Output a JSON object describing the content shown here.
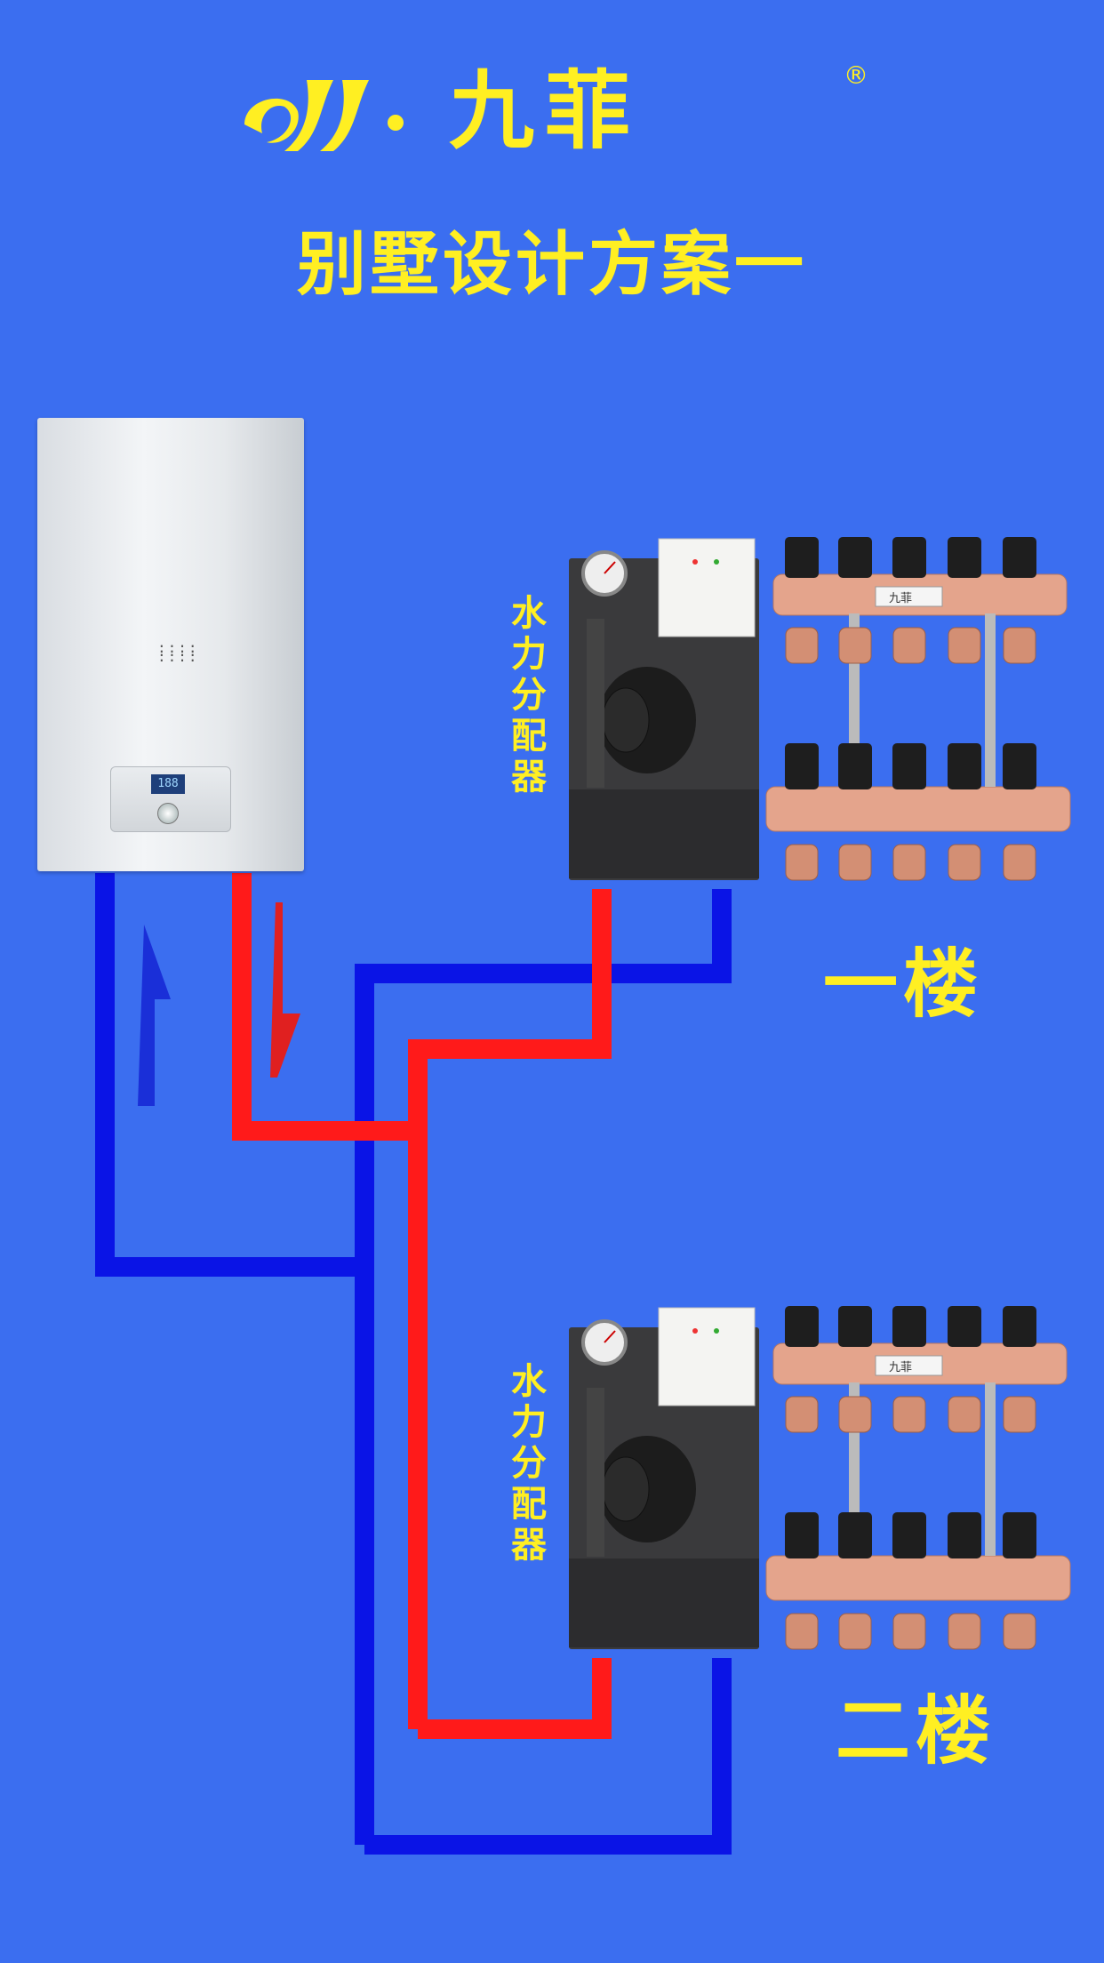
{
  "brand": {
    "name": "九菲",
    "registered": "®",
    "badge_text": "九菲"
  },
  "title": "别墅设计方案一",
  "boiler": {
    "display": "188"
  },
  "units": [
    {
      "label": "水力分配器",
      "floor": "一楼"
    },
    {
      "label": "水力分配器",
      "floor": "二楼"
    }
  ],
  "colors": {
    "background": "#3b6ef0",
    "text_accent": "#ffef22",
    "supply_pipe": "#ff1a1a",
    "return_pipe": "#0a14e6",
    "manifold": "#e4a48c"
  }
}
